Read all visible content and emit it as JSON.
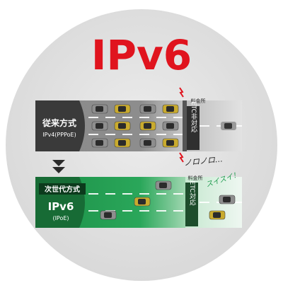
{
  "title": "IPv6",
  "legacy": {
    "name": "従来方式",
    "protocol": "IPv4(PPPoE)",
    "toll_label": "料金所",
    "etc_label": "ETC非対応",
    "sound_effect": "ノロノロ…"
  },
  "nextgen": {
    "name": "次世代方式",
    "protocol": "IPv6",
    "protocol_sub": "(IPoE)",
    "toll_label": "料金所",
    "etc_label": "ETC対応",
    "sound_effect": "スイスイ！"
  },
  "colors": {
    "title_red": "#e0141e",
    "legacy_lane": "#7a7a7a",
    "legacy_label_bg": "#3a3a3a",
    "nextgen_lane": "#1f9b4e",
    "nextgen_label_bg": "#176b35",
    "taxi": "#c9ab2e",
    "grey_car": "#8e8e8e",
    "arrow": "#2a2a2a"
  }
}
